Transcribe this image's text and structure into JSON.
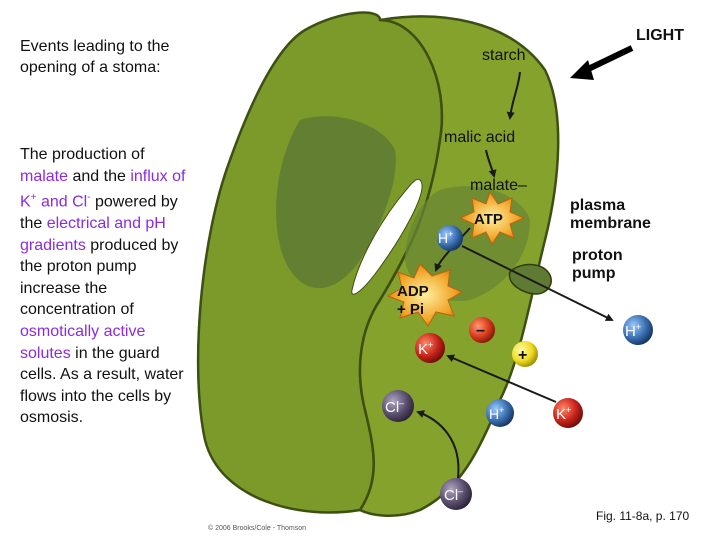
{
  "left_text": {
    "heading": "Events leading to the opening of a stoma:",
    "body": [
      {
        "t": "The production of ",
        "hl": false
      },
      {
        "t": "malate",
        "hl": true
      },
      {
        "t": " and the ",
        "hl": false
      },
      {
        "t": "influx of K",
        "hl": true
      },
      {
        "t": "+",
        "hl": true,
        "sup": true
      },
      {
        "t": " and Cl",
        "hl": true
      },
      {
        "t": "-",
        "hl": true,
        "sup": true
      },
      {
        "t": " powered by the ",
        "hl": false
      },
      {
        "t": "electrical and pH gradients",
        "hl": true
      },
      {
        "t": " produced by the proton pump increase the concentration of ",
        "hl": false
      },
      {
        "t": "osmotically active solutes",
        "hl": true
      },
      {
        "t": " in the guard cells. As a result, water flows into the cells by osmosis.",
        "hl": false
      }
    ]
  },
  "diagram": {
    "light": "LIGHT",
    "starch": "starch",
    "malic_acid": "malic acid",
    "malate": "malate",
    "malate_charge": "–",
    "atp": "ATP",
    "adp_line1": "ADP",
    "adp_line2": "+ Pi",
    "plasma_line1": "plasma",
    "plasma_line2": "membrane",
    "proton_line1": "proton",
    "proton_line2": "pump",
    "h_plus": "H",
    "k_plus": "K",
    "cl_minus": "Cl",
    "plus_sign": "+",
    "minus_sign": "–",
    "sup_plus": "+",
    "sup_minus": "–"
  },
  "footer": {
    "caption": "Fig. 11-8a, p. 170",
    "copyright": "© 2006 Brooks/Cole - Thomson"
  },
  "colors": {
    "cell_fill": "#7c9a2a",
    "cell_dark": "#5f7a32",
    "cell_outline": "#3d4f12",
    "highlight_text": "#8a2be2",
    "k_ion": "#c8231a",
    "h_ion": "#3a6fb0",
    "cl_ion": "#5a4f6e",
    "charge_minus": "#d93a1c",
    "charge_plus": "#f0dc20",
    "atp_burst": "#f0a020"
  }
}
